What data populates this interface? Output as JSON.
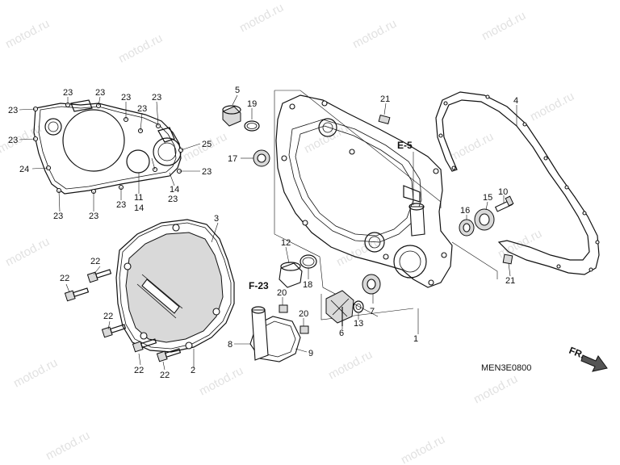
{
  "watermark": "motod.ru",
  "diagram_code": "MEN3E0800",
  "front_indicator": "FR.",
  "labels": {
    "n1": "1",
    "n2": "2",
    "n3": "3",
    "n4": "4",
    "n5": "5",
    "n6": "6",
    "n7": "7",
    "n8": "8",
    "n9": "9",
    "n10": "10",
    "n11": "11",
    "n12": "12",
    "n13": "13",
    "n14": "14",
    "n15": "15",
    "n16": "16",
    "n17": "17",
    "n18": "18",
    "n19": "19",
    "n20": "20",
    "n21": "21",
    "n22": "22",
    "n23": "23",
    "n24": "24",
    "n25": "25"
  },
  "refs": {
    "e5": "E-5",
    "f23": "F-23"
  }
}
